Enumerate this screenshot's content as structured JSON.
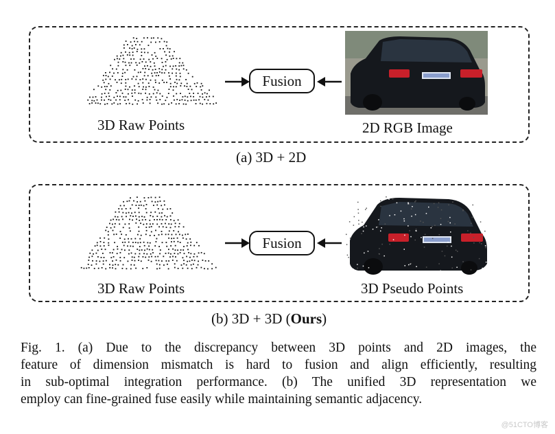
{
  "panel_a": {
    "left_label": "3D Raw Points",
    "fusion_label": "Fusion",
    "right_label": "2D RGB Image",
    "subcaption": "(a)  3D + 2D"
  },
  "panel_b": {
    "left_label": "3D Raw Points",
    "fusion_label": "Fusion",
    "right_label": "3D Pseudo Points",
    "subcaption_prefix": "(b)  3D + 3D (",
    "subcaption_bold": "Ours",
    "subcaption_suffix": ")"
  },
  "caption": {
    "lines": [
      "Fig. 1.    (a) Due to the discrepancy between 3D points and 2D images, the",
      "feature of dimension mismatch is hard to fusion and align efficiently, resulting",
      "in sub-optimal integration performance. (b) The unified 3D representation we",
      "employ can fine-grained fuse easily while maintaining semantic adjacency."
    ]
  },
  "watermark": "@51CTO博客",
  "colors": {
    "car_body": "#15181d",
    "taillight": "#c8202a",
    "plate": "#dfe6f2"
  }
}
